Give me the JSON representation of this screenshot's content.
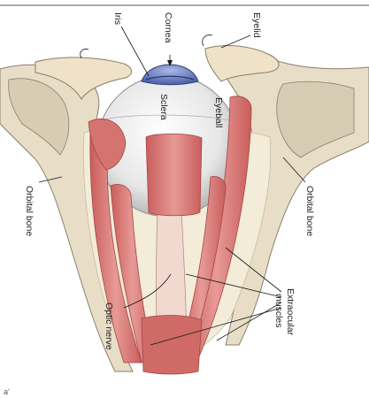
{
  "labels": {
    "iris": "Iris",
    "cornea": "Cornea",
    "eyelid": "Eyelid",
    "sclera": "Sclera",
    "eyeball": "Eyeball",
    "orbital_bone_left": "Orbital bone",
    "orbital_bone_right": "Orbital bone",
    "extraocular_line1": "Extraocular",
    "extraocular_line2": "muscles",
    "optic_nerve": "Optic nerve"
  },
  "corner_mark": "a'",
  "colors": {
    "muscle": "#d97a78",
    "muscle_dark": "#b24a4a",
    "sclera": "#eeeeee",
    "cornea": "#6f86c8",
    "bone": "#e8ddc6",
    "fat": "#f2ecd8",
    "nerve": "#f1d9cf"
  }
}
